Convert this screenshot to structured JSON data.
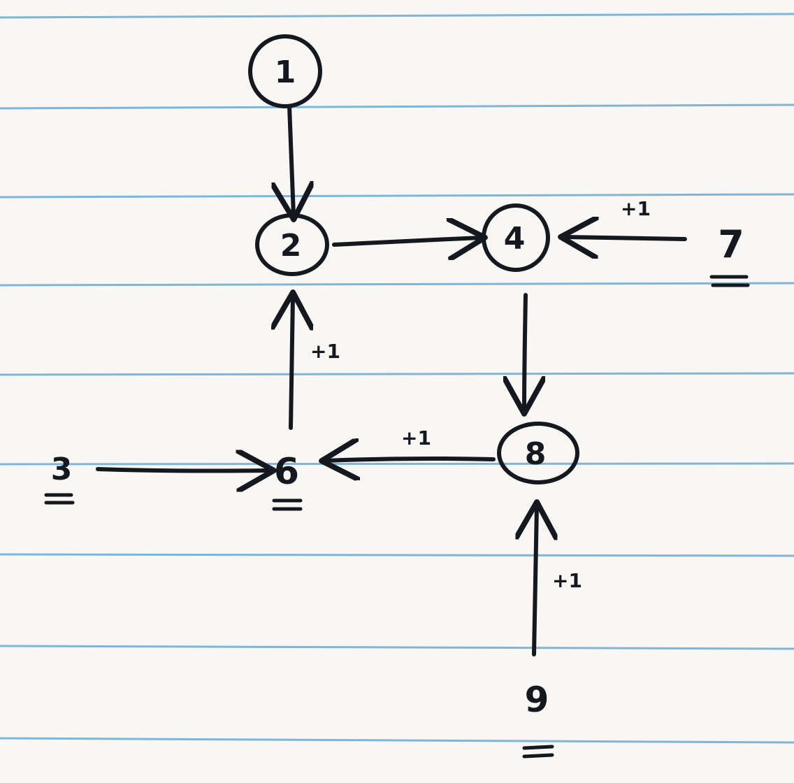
{
  "colors": {
    "paper": "#f8f7f3",
    "rule": "#7fb6d8",
    "ink": "#15191f"
  },
  "nodes": [
    {
      "id": "n1",
      "label": "1",
      "circled": true,
      "underlined": false
    },
    {
      "id": "n2",
      "label": "2",
      "circled": true,
      "underlined": false
    },
    {
      "id": "n4",
      "label": "4",
      "circled": true,
      "underlined": false
    },
    {
      "id": "n7",
      "label": "7",
      "circled": false,
      "underlined": true
    },
    {
      "id": "n3",
      "label": "3",
      "circled": false,
      "underlined": true
    },
    {
      "id": "n6",
      "label": "6",
      "circled": false,
      "underlined": true
    },
    {
      "id": "n8",
      "label": "8",
      "circled": true,
      "underlined": false
    },
    {
      "id": "n9",
      "label": "9",
      "circled": false,
      "underlined": true
    }
  ],
  "edges": [
    {
      "from": "1",
      "to": "2",
      "weight": ""
    },
    {
      "from": "2",
      "to": "4",
      "weight": ""
    },
    {
      "from": "7",
      "to": "4",
      "weight": "+1"
    },
    {
      "from": "4",
      "to": "8",
      "weight": ""
    },
    {
      "from": "6",
      "to": "2",
      "weight": "+1"
    },
    {
      "from": "8",
      "to": "6",
      "weight": "+1"
    },
    {
      "from": "3",
      "to": "6",
      "weight": ""
    },
    {
      "from": "9",
      "to": "8",
      "weight": "+1"
    }
  ]
}
